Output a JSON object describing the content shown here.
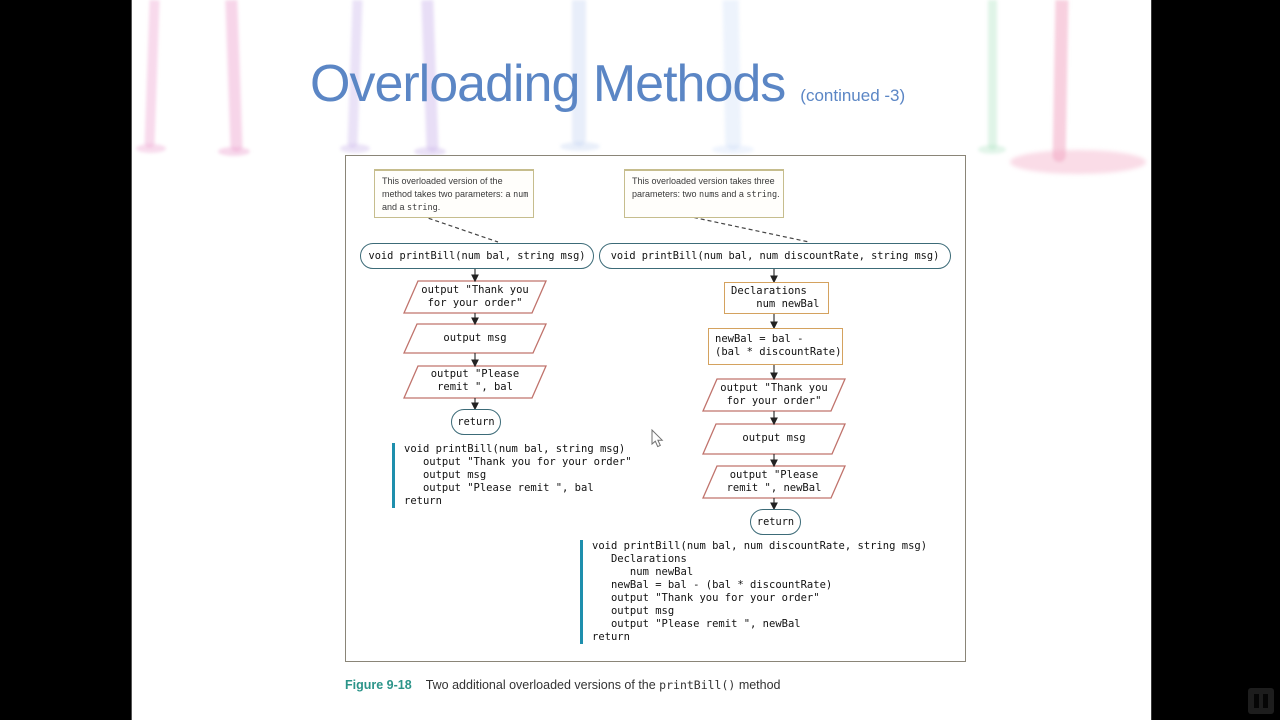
{
  "slide": {
    "title": "Overloading Methods",
    "subtitle": "(continued -3)",
    "title_color": "#5b86c5"
  },
  "figure": {
    "left": {
      "annotation": {
        "t1": "This overloaded version of the method takes two parameters: a ",
        "c1": "num",
        "t2": " and a ",
        "c2": "string",
        "t3": "."
      },
      "header": "void printBill(num bal, string msg)",
      "steps": [
        "output \"Thank you\nfor your order\"",
        "output msg",
        "output \"Please\nremit \", bal"
      ],
      "terminal": "return",
      "pseudocode": "void printBill(num bal, string msg)\n   output \"Thank you for your order\"\n   output msg\n   output \"Please remit \", bal\nreturn"
    },
    "right": {
      "annotation": {
        "t1": "This overloaded version takes three parameters: two ",
        "c1": "num",
        "t2": "s and a ",
        "c2": "string",
        "t3": "."
      },
      "header": "void printBill(num bal, num discountRate, string msg)",
      "declarations": "Declarations\n    num newBal",
      "assignment": "newBal = bal -\n(bal * discountRate)",
      "steps": [
        "output \"Thank you\nfor your order\"",
        "output msg",
        "output \"Please\nremit \", newBal"
      ],
      "terminal": "return",
      "pseudocode": "void printBill(num bal, num discountRate, string msg)\n   Declarations\n      num newBal\n   newBal = bal - (bal * discountRate)\n   output \"Thank you for your order\"\n   output msg\n   output \"Please remit \", newBal\nreturn"
    },
    "caption": {
      "label": "Figure 9-18",
      "t1": "Two additional overloaded versions of the ",
      "code": "printBill()",
      "t2": " method"
    },
    "colors": {
      "io_border": "#c0736c",
      "process_border": "#d4a25f",
      "terminal_border": "#3c6b78",
      "annotation_border": "#c6bd8d",
      "code_bar": "#1e8fad",
      "caption_accent": "#2b9489",
      "figure_border": "#8a8578"
    }
  }
}
